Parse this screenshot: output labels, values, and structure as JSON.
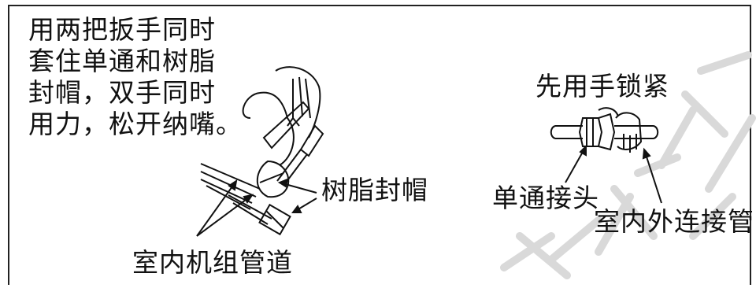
{
  "left_instruction": {
    "lines": [
      "用两把扳手同时",
      "套住单通和树脂",
      "封帽，双手同时",
      "用力，松开纳嘴。"
    ]
  },
  "labels": {
    "resin_cap": "树脂封帽",
    "indoor_pipe": "室内机组管道",
    "lock_first": "先用手锁紧",
    "union_joint": "单通接头",
    "connecting_pipe": "室内外连接管"
  },
  "watermark": "泰兹领昂"
}
